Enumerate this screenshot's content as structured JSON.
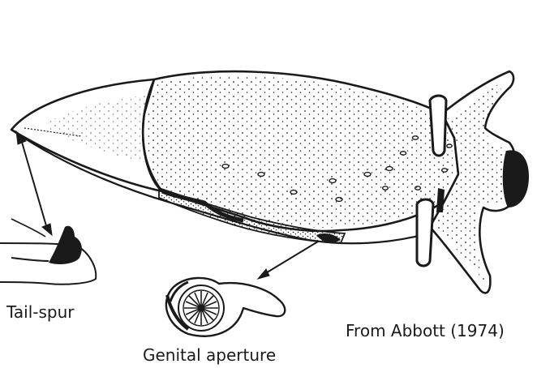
{
  "labels": {
    "tail_spur": "Tail-spur",
    "genital_aperture": "Genital aperture",
    "credit": "From Abbott (1974)"
  },
  "colors": {
    "ink": "#1a1a1a",
    "background": "#ffffff"
  }
}
